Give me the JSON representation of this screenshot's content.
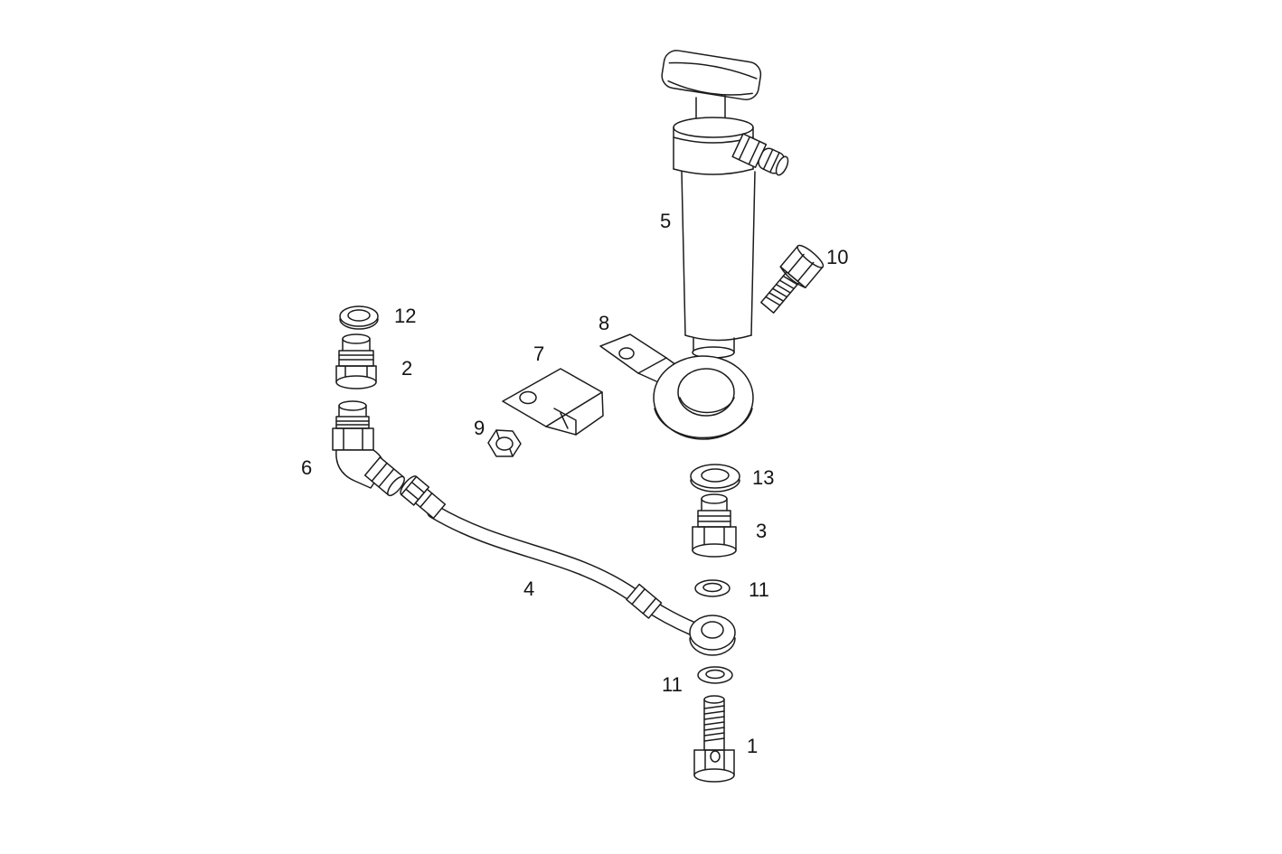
{
  "diagram": {
    "type": "exploded-parts-view",
    "background_color": "#ffffff",
    "line_color": "#1c1c1c",
    "callouts": [
      {
        "label": "12"
      },
      {
        "label": "2"
      },
      {
        "label": "6"
      },
      {
        "label": "9"
      },
      {
        "label": "7"
      },
      {
        "label": "8"
      },
      {
        "label": "5"
      },
      {
        "label": "10"
      },
      {
        "label": "13"
      },
      {
        "label": "3"
      },
      {
        "label": "11"
      },
      {
        "label": "4"
      },
      {
        "label": "11"
      },
      {
        "label": "1"
      }
    ]
  }
}
